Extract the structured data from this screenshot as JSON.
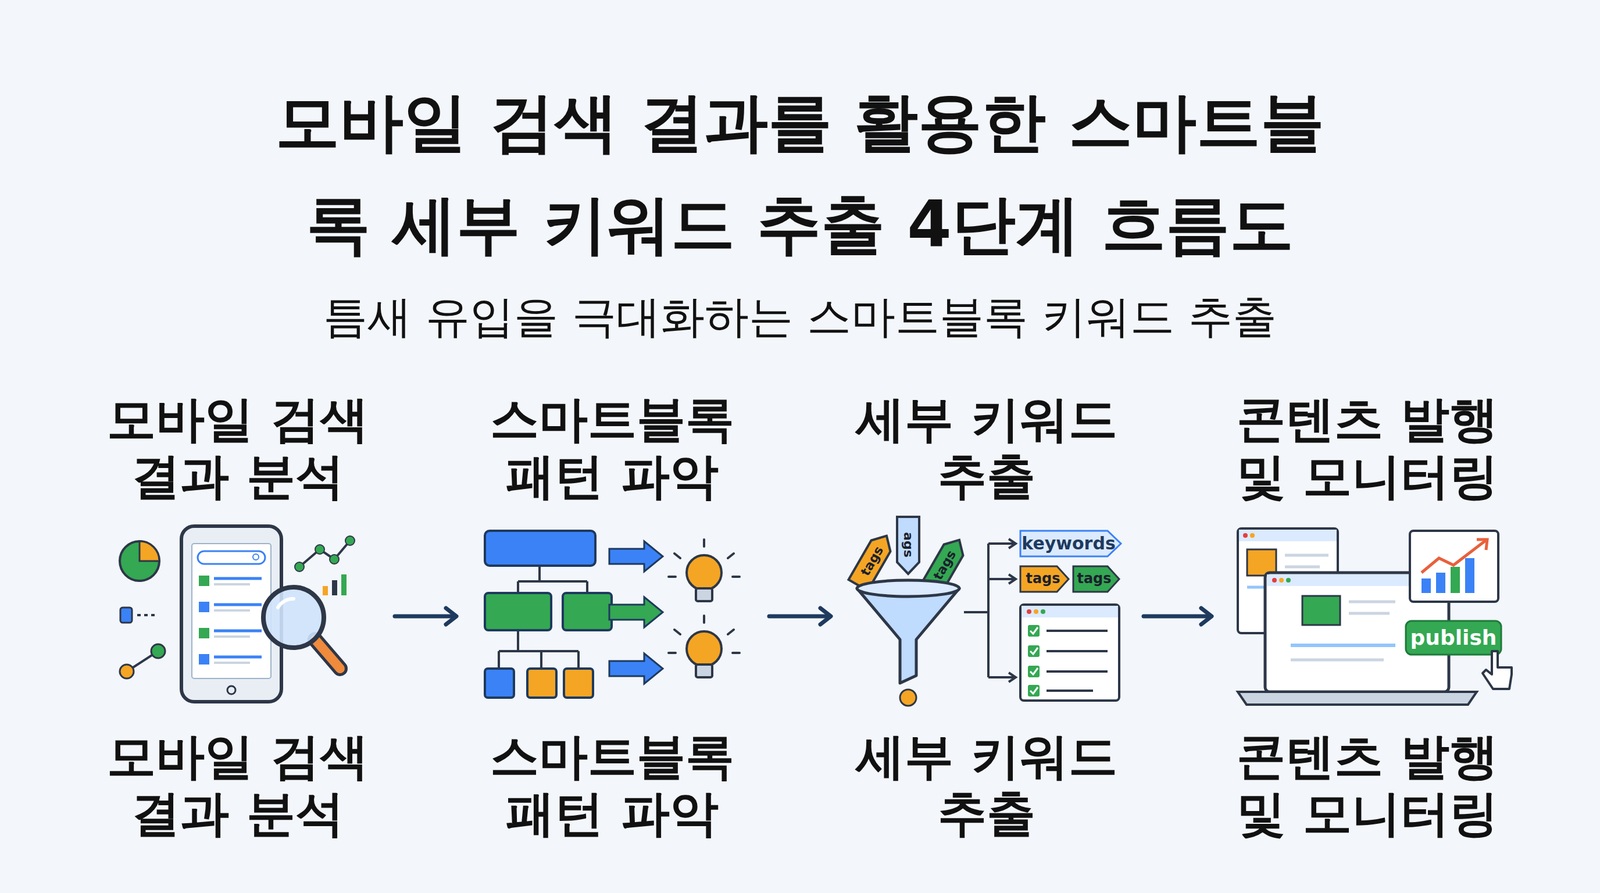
{
  "diagram": {
    "title": "모바일 검색 결과를 활용한 스마트블록 세부 키워드 추출 4단계 흐름도",
    "nodes": [
      {
        "text": [
          "모바일 검색 결과 분석",
          "모바일 검색 결과 분석"
        ]
      },
      {
        "text": [
          "스마트블록 패턴 파악",
          "스마트블록 패턴 파악"
        ]
      },
      {
        "text": [
          "세부 키워드 추출",
          "세부 키워드 추출"
        ]
      },
      {
        "text": [
          "콘텐츠 발행 및 모니터링",
          "콘텐츠 발행 및 모니터링"
        ]
      }
    ],
    "edges": [
      {
        "from": 0,
        "to": 1,
        "arrow": "to"
      },
      {
        "from": 1,
        "to": 2,
        "arrow": "to"
      },
      {
        "from": 2,
        "to": 3,
        "arrow": "to"
      }
    ],
    "labels": [
      "틈새 유입을 극대화하는 스마트블록 키워드 추출",
      "tags",
      "ags",
      "tags",
      "keywords",
      "tags",
      "tags",
      "publish"
    ]
  }
}
